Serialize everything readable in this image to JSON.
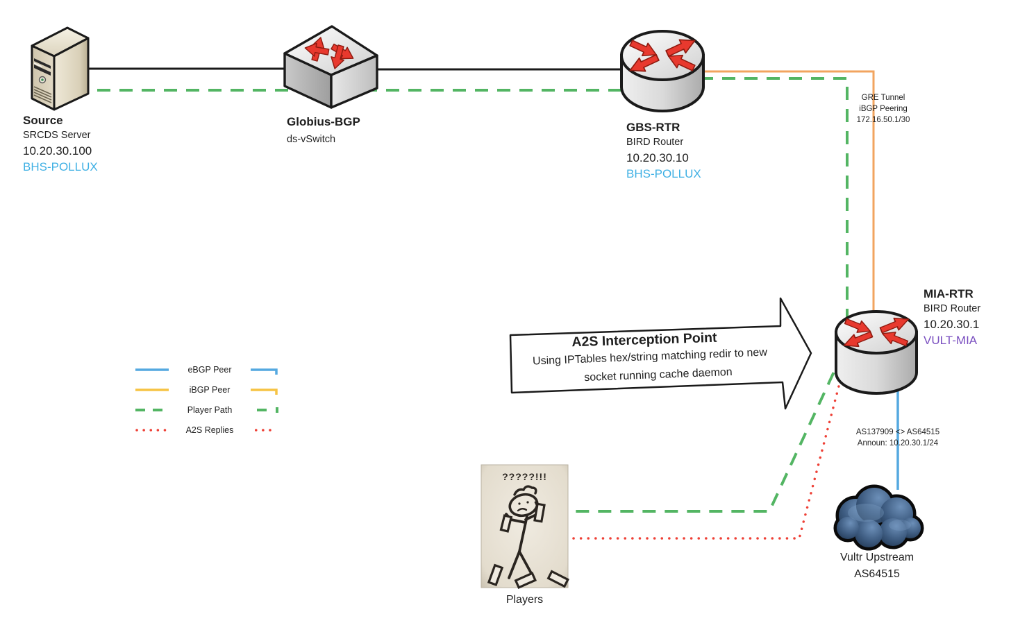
{
  "nodes": {
    "source": {
      "name": "Source",
      "role": "SRCDS Server",
      "ip": "10.20.30.100",
      "pop": "BHS-POLLUX"
    },
    "globius": {
      "name": "Globius-BGP",
      "role": "ds-vSwitch"
    },
    "gbs_rtr": {
      "name": "GBS-RTR",
      "role": "BIRD Router",
      "ip": "10.20.30.10",
      "pop": "BHS-POLLUX"
    },
    "mia_rtr": {
      "name": "MIA-RTR",
      "role": "BIRD Router",
      "ip": "10.20.30.1",
      "pop": "VULT-MIA"
    },
    "vultr": {
      "name": "Vultr Upstream",
      "asn": "AS64515"
    },
    "players": {
      "name": "Players",
      "caption": "?????!!!"
    }
  },
  "annotations": {
    "gre_tunnel": {
      "line1": "GRE Tunnel",
      "line2": "iBGP Peering",
      "line3": "172.16.50.1/30"
    },
    "bgp_session": {
      "line1": "AS137909 <> AS64515",
      "line2": "Announ: 10.20.30.1/24"
    },
    "interception": {
      "title": "A2S Interception Point",
      "line1": "Using IPTables hex/string matching redir to new",
      "line2": "socket running cache daemon"
    }
  },
  "legend": {
    "items": [
      {
        "label": "eBGP Peer",
        "color": "#55A9E0",
        "style": "solid"
      },
      {
        "label": "iBGP Peer",
        "color": "#F6C344",
        "style": "solid"
      },
      {
        "label": "Player Path",
        "color": "#53B563",
        "style": "dashed"
      },
      {
        "label": "A2S Replies",
        "color": "#EE4036",
        "style": "dotted"
      }
    ]
  },
  "colors": {
    "ebgp_line": "#55A9E0",
    "gre_line": "#F2A45F",
    "player_path": "#53B563",
    "a2s_replies": "#EE4036",
    "plain_link": "#1A1A1A",
    "pop_bhs_text": "#3FB0E4",
    "pop_vult_text": "#7A4FC0"
  }
}
